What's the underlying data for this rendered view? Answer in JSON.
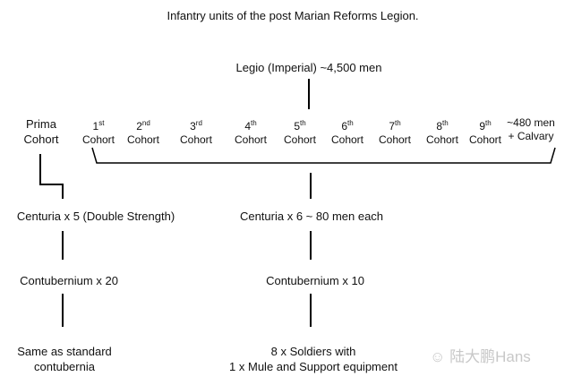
{
  "title": "Infantry units of the  post  Marian Reforms Legion.",
  "legio": "Legio (Imperial) ~4,500 men",
  "prima": {
    "line1": "Prima",
    "line2": "Cohort"
  },
  "cohorts": [
    {
      "num": "1",
      "sup": "st",
      "label": "Cohort"
    },
    {
      "num": "2",
      "sup": "nd",
      "label": "Cohort"
    },
    {
      "num": "3",
      "sup": "rd",
      "label": "Cohort"
    },
    {
      "num": "4",
      "sup": "th",
      "label": "Cohort"
    },
    {
      "num": "5",
      "sup": "th",
      "label": "Cohort"
    },
    {
      "num": "6",
      "sup": "th",
      "label": "Cohort"
    },
    {
      "num": "7",
      "sup": "th",
      "label": "Cohort"
    },
    {
      "num": "8",
      "sup": "th",
      "label": "Cohort"
    },
    {
      "num": "9",
      "sup": "th",
      "label": "Cohort"
    }
  ],
  "cavalry": {
    "line1": "~480 men",
    "line2": "+ Calvary"
  },
  "left": {
    "centuria": "Centuria x 5 (Double Strength)",
    "contubernium": "Contubernium x 20",
    "same1": "Same as standard",
    "same2": "contubernia"
  },
  "right": {
    "centuria": "Centuria x 6 ~ 80 men each",
    "contubernium": "Contubernium x 10",
    "soldiers1": "8 x Soldiers  with",
    "soldiers2": "1 x Mule and Support equipment"
  },
  "watermark": "陆大鹏Hans"
}
